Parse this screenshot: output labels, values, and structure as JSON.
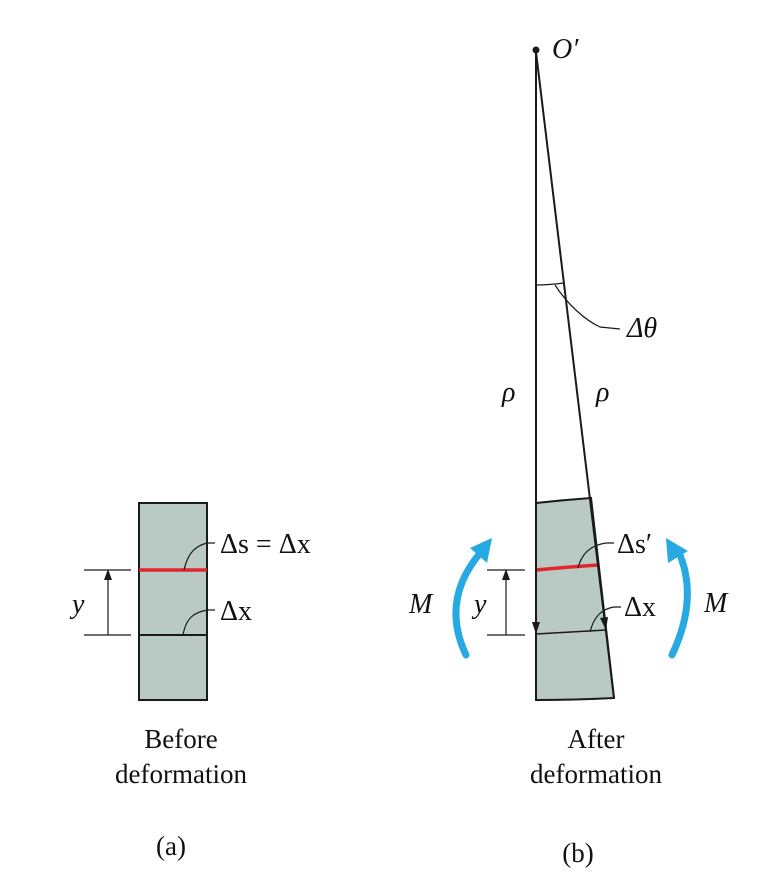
{
  "colors": {
    "element_fill": "#b9c9c3",
    "outline": "#1a1a1a",
    "highlight_line": "#e3262b",
    "moment_arrow": "#27aae1"
  },
  "panel_a": {
    "label_ds_eq_dx": "Δs = Δx",
    "label_dx": "Δx",
    "label_y": "y",
    "caption_line1": "Before",
    "caption_line2": "deformation",
    "panel_letter": "(a)"
  },
  "panel_b": {
    "label_center": "O′",
    "label_dtheta": "Δθ",
    "label_rho_left": "ρ",
    "label_rho_right": "ρ",
    "label_ds_prime": "Δs′",
    "label_dx": "Δx",
    "label_y": "y",
    "label_moment_left": "M",
    "label_moment_right": "M",
    "caption_line1": "After",
    "caption_line2": "deformation",
    "panel_letter": "(b)"
  }
}
